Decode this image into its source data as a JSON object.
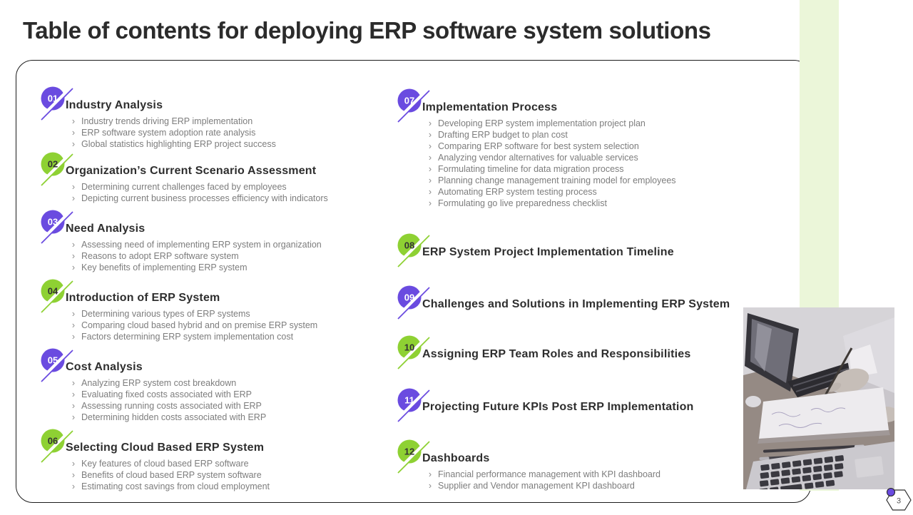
{
  "slide": {
    "title": "Table of contents for deploying ERP software system solutions",
    "page_number": "3"
  },
  "ui": {
    "bullet_marker": "›"
  },
  "colors": {
    "badge_purple": "#6a4be0",
    "badge_green": "#8ed133",
    "strip_green": "#ebf6d9",
    "heading_text": "#2e2e2e",
    "bullet_text": "#7d7d7d"
  },
  "toc": {
    "left": [
      {
        "number": "01",
        "color": "purple",
        "title": "Industry Analysis",
        "bullets": [
          "Industry trends driving ERP implementation",
          "ERP software system adoption rate analysis",
          "Global statistics highlighting ERP project success"
        ]
      },
      {
        "number": "02",
        "color": "green",
        "title": "Organization’s Current Scenario Assessment",
        "bullets": [
          "Determining current challenges faced by employees",
          "Depicting current business processes efficiency with indicators"
        ]
      },
      {
        "number": "03",
        "color": "purple",
        "title": "Need Analysis",
        "bullets": [
          "Assessing need of implementing ERP system in organization",
          "Reasons to adopt ERP software system",
          "Key benefits of implementing ERP system"
        ]
      },
      {
        "number": "04",
        "color": "green",
        "title": "Introduction of ERP System",
        "bullets": [
          "Determining various types of ERP systems",
          "Comparing cloud based hybrid and on premise ERP system",
          "Factors determining ERP system implementation cost"
        ]
      },
      {
        "number": "05",
        "color": "purple",
        "title": "Cost Analysis",
        "bullets": [
          "Analyzing ERP system cost breakdown",
          "Evaluating fixed costs associated with ERP",
          "Assessing running costs associated with ERP",
          "Determining hidden costs associated with ERP"
        ]
      },
      {
        "number": "06",
        "color": "green",
        "title": "Selecting Cloud Based ERP System",
        "bullets": [
          "Key features of cloud based ERP software",
          "Benefits of cloud based ERP system software",
          "Estimating cost savings from cloud employment"
        ]
      }
    ],
    "right": [
      {
        "number": "07",
        "color": "purple",
        "title": "Implementation Process",
        "bullets": [
          "Developing ERP system implementation project plan",
          "Drafting ERP budget to plan cost",
          "Comparing ERP software for best system selection",
          "Analyzing vendor alternatives for valuable services",
          "Formulating timeline for data migration process",
          "Planning change management training model for employees",
          "Automating ERP system testing process",
          "Formulating go live preparedness checklist"
        ]
      },
      {
        "number": "08",
        "color": "green",
        "title": "ERP System Project Implementation Timeline",
        "bullets": []
      },
      {
        "number": "09",
        "color": "purple",
        "title": "Challenges and Solutions in Implementing ERP System",
        "bullets": []
      },
      {
        "number": "10",
        "color": "green",
        "title": "Assigning ERP Team Roles and Responsibilities",
        "bullets": []
      },
      {
        "number": "11",
        "color": "purple",
        "title": "Projecting Future KPIs Post ERP Implementation",
        "bullets": []
      },
      {
        "number": "12",
        "color": "green",
        "title": "Dashboards",
        "bullets": [
          "Financial performance management with KPI dashboard",
          "Supplier and Vendor management KPI dashboard"
        ]
      }
    ]
  }
}
